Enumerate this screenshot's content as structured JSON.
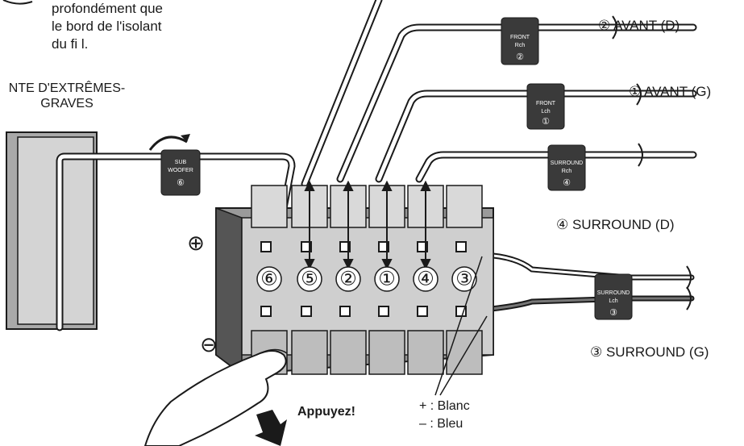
{
  "instruction_note": [
    "profondément que",
    "le bord de l'isolant",
    "du fi l."
  ],
  "subwoofer_label": [
    "NTE D'EXTRÊMES-",
    "GRAVES"
  ],
  "speaker_labels": {
    "front_right": "② AVANT (D)",
    "front_left": "① AVANT (G)",
    "surround_right": "④ SURROUND (D)",
    "surround_left": "③ SURROUND (G)"
  },
  "terminal_numbers": [
    "⑥",
    "⑤",
    "②",
    "①",
    "④",
    "③"
  ],
  "polarity": {
    "plus": "⊕",
    "minus": "⊖"
  },
  "press_label": "Appuyez!",
  "wire_legend": [
    "+ : Blanc",
    "– : Bleu"
  ],
  "tags": {
    "subwoofer": {
      "line1": "SUB",
      "line2": "WOOFER",
      "num": "⑥"
    },
    "front_right": {
      "line1": "FRONT",
      "line2": "Rch",
      "num": "②"
    },
    "front_left": {
      "line1": "FRONT",
      "line2": "Lch",
      "num": "①"
    },
    "surround_right": {
      "line1": "SURROUND",
      "line2": "Rch",
      "num": "④"
    },
    "surround_left": {
      "line1": "SURROUND",
      "line2": "Lch",
      "num": "③"
    }
  },
  "colors": {
    "line": "#1a1a1a",
    "tag": "#3a3a3a",
    "panel_light": "#cfcfcf",
    "panel_mid": "#9a9a9a",
    "panel_dark": "#555555"
  }
}
